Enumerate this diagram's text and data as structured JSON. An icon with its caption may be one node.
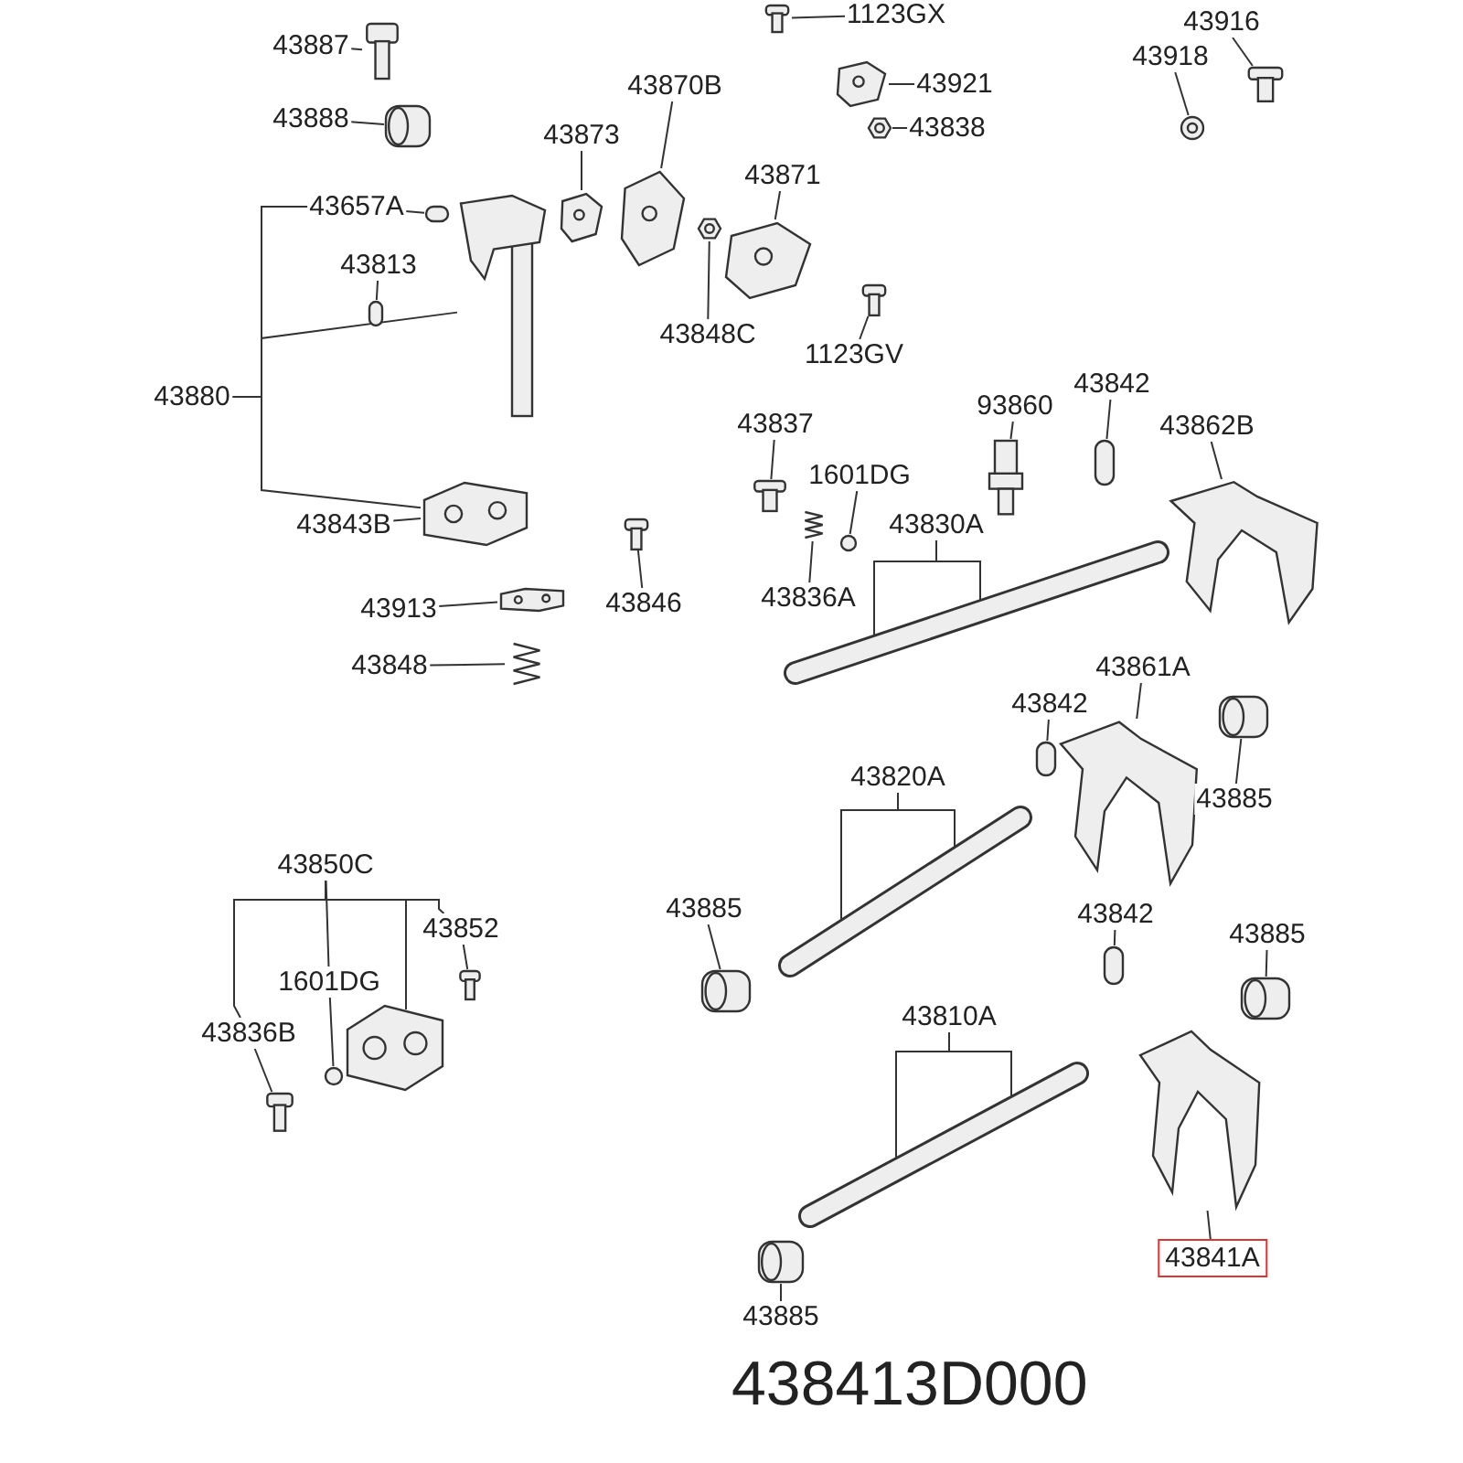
{
  "diagram": {
    "nodes": [
      {
        "text": [
          "43887"
        ]
      },
      {
        "text": [],
        "shape": "picture"
      },
      {
        "text": [
          "43888"
        ]
      },
      {
        "text": [],
        "shape": "picture"
      },
      {
        "text": [
          "1123GX"
        ]
      },
      {
        "text": [],
        "shape": "picture"
      },
      {
        "text": [
          "43916"
        ]
      },
      {
        "text": [],
        "shape": "picture"
      },
      {
        "text": [
          "43921"
        ]
      },
      {
        "text": [],
        "shape": "picture"
      },
      {
        "text": [
          "43918"
        ]
      },
      {
        "text": [],
        "shape": "picture"
      },
      {
        "text": [
          "43838"
        ]
      },
      {
        "text": [],
        "shape": "picture"
      },
      {
        "text": [
          "43870B"
        ]
      },
      {
        "text": [],
        "shape": "picture"
      },
      {
        "text": [
          "43873"
        ]
      },
      {
        "text": [],
        "shape": "picture"
      },
      {
        "text": [
          "43871"
        ]
      },
      {
        "text": [],
        "shape": "picture"
      },
      {
        "text": [
          "43657A"
        ]
      },
      {
        "text": [],
        "shape": "box"
      },
      {
        "text": [
          "43813"
        ]
      },
      {
        "text": [],
        "shape": "box"
      },
      {
        "text": [
          "43848C"
        ]
      },
      {
        "text": [],
        "shape": "picture"
      },
      {
        "text": [
          "1123GV"
        ]
      },
      {
        "text": [],
        "shape": "picture"
      },
      {
        "text": [
          "43880"
        ]
      },
      {
        "text": [],
        "shape": "picture"
      },
      {
        "text": [
          "43843B"
        ]
      },
      {
        "text": [],
        "shape": "picture"
      },
      {
        "text": [
          "43913"
        ]
      },
      {
        "text": [],
        "shape": "picture"
      },
      {
        "text": [
          "43846"
        ]
      },
      {
        "text": [],
        "shape": "picture"
      },
      {
        "text": [
          "43848"
        ]
      },
      {
        "text": [],
        "shape": "picture"
      },
      {
        "text": [
          "43837"
        ]
      },
      {
        "text": [],
        "shape": "picture"
      },
      {
        "text": [
          "1601DG"
        ]
      },
      {
        "text": [],
        "shape": "circle"
      },
      {
        "text": [
          "93860"
        ]
      },
      {
        "text": [],
        "shape": "picture"
      },
      {
        "text": [
          "43842"
        ]
      },
      {
        "text": [],
        "shape": "box"
      },
      {
        "text": [
          "43862B"
        ]
      },
      {
        "text": [],
        "shape": "picture"
      },
      {
        "text": [
          "43836A"
        ]
      },
      {
        "text": [],
        "shape": "picture"
      },
      {
        "text": [
          "43830A"
        ]
      },
      {
        "text": [],
        "shape": "picture"
      },
      {
        "text": [
          "43842"
        ]
      },
      {
        "text": [],
        "shape": "box"
      },
      {
        "text": [
          "43861A"
        ]
      },
      {
        "text": [],
        "shape": "picture"
      },
      {
        "text": [
          "43885"
        ]
      },
      {
        "text": [],
        "shape": "picture"
      },
      {
        "text": [
          "43820A"
        ]
      },
      {
        "text": [],
        "shape": "picture"
      },
      {
        "text": [
          "43885"
        ]
      },
      {
        "text": [],
        "shape": "picture"
      },
      {
        "text": [
          "43842"
        ]
      },
      {
        "text": [],
        "shape": "box"
      },
      {
        "text": [
          "43885"
        ]
      },
      {
        "text": [],
        "shape": "picture"
      },
      {
        "text": [
          "43850C"
        ]
      },
      {
        "text": [
          "43852"
        ]
      },
      {
        "text": [],
        "shape": "picture"
      },
      {
        "text": [
          "1601DG"
        ]
      },
      {
        "text": [],
        "shape": "circle"
      },
      {
        "text": [
          "43836B"
        ]
      },
      {
        "text": [],
        "shape": "picture"
      },
      {
        "text": [],
        "shape": "picture"
      },
      {
        "text": [
          "43810A"
        ]
      },
      {
        "text": [],
        "shape": "picture"
      },
      {
        "text": [
          "43841A"
        ]
      },
      {
        "text": [],
        "shape": "picture"
      },
      {
        "text": [
          "43885"
        ]
      },
      {
        "text": [],
        "shape": "picture"
      }
    ],
    "edges": [
      {
        "from": 0,
        "to": 1,
        "arrow": "none"
      },
      {
        "from": 2,
        "to": 3,
        "arrow": "none"
      },
      {
        "from": 4,
        "to": 5,
        "arrow": "none"
      },
      {
        "from": 6,
        "to": 7,
        "arrow": "none"
      },
      {
        "from": 8,
        "to": 9,
        "arrow": "none"
      },
      {
        "from": 10,
        "to": 11,
        "arrow": "none"
      },
      {
        "from": 12,
        "to": 13,
        "arrow": "none"
      },
      {
        "from": 14,
        "to": 15,
        "arrow": "none"
      },
      {
        "from": 16,
        "to": 17,
        "arrow": "none"
      },
      {
        "from": 18,
        "to": 19,
        "arrow": "none"
      },
      {
        "from": 20,
        "to": 21,
        "arrow": "none"
      },
      {
        "from": 22,
        "to": 23,
        "arrow": "none"
      },
      {
        "from": 24,
        "to": 25,
        "arrow": "none"
      },
      {
        "from": 26,
        "to": 27,
        "arrow": "none"
      },
      {
        "from": 28,
        "to": 29,
        "arrow": "none"
      },
      {
        "from": 28,
        "to": 20,
        "arrow": "none"
      },
      {
        "from": 28,
        "to": 31,
        "arrow": "none"
      },
      {
        "from": 30,
        "to": 31,
        "arrow": "none"
      },
      {
        "from": 32,
        "to": 33,
        "arrow": "none"
      },
      {
        "from": 34,
        "to": 35,
        "arrow": "none"
      },
      {
        "from": 36,
        "to": 37,
        "arrow": "none"
      },
      {
        "from": 38,
        "to": 39,
        "arrow": "none"
      },
      {
        "from": 40,
        "to": 41,
        "arrow": "none"
      },
      {
        "from": 42,
        "to": 43,
        "arrow": "none"
      },
      {
        "from": 44,
        "to": 45,
        "arrow": "none"
      },
      {
        "from": 46,
        "to": 47,
        "arrow": "none"
      },
      {
        "from": 48,
        "to": 49,
        "arrow": "none"
      },
      {
        "from": 50,
        "to": 51,
        "arrow": "none"
      },
      {
        "from": 50,
        "to": 51,
        "arrow": "none"
      },
      {
        "from": 52,
        "to": 53,
        "arrow": "none"
      },
      {
        "from": 54,
        "to": 55,
        "arrow": "none"
      },
      {
        "from": 56,
        "to": 57,
        "arrow": "none"
      },
      {
        "from": 58,
        "to": 59,
        "arrow": "none"
      },
      {
        "from": 58,
        "to": 59,
        "arrow": "none"
      },
      {
        "from": 60,
        "to": 61,
        "arrow": "none"
      },
      {
        "from": 62,
        "to": 63,
        "arrow": "none"
      },
      {
        "from": 64,
        "to": 65,
        "arrow": "none"
      },
      {
        "from": 66,
        "to": 71,
        "arrow": "none"
      },
      {
        "from": 66,
        "to": 69,
        "arrow": "none"
      },
      {
        "from": 66,
        "to": 73,
        "arrow": "none"
      },
      {
        "from": 66,
        "to": 67,
        "arrow": "none"
      },
      {
        "from": 67,
        "to": 68,
        "arrow": "none"
      },
      {
        "from": 69,
        "to": 70,
        "arrow": "none"
      },
      {
        "from": 71,
        "to": 72,
        "arrow": "none"
      },
      {
        "from": 74,
        "to": 75,
        "arrow": "none"
      },
      {
        "from": 74,
        "to": 75,
        "arrow": "none"
      },
      {
        "from": 76,
        "to": 77,
        "arrow": "none"
      },
      {
        "from": 78,
        "to": 79,
        "arrow": "none"
      }
    ],
    "labels": [
      "438413D000"
    ]
  }
}
